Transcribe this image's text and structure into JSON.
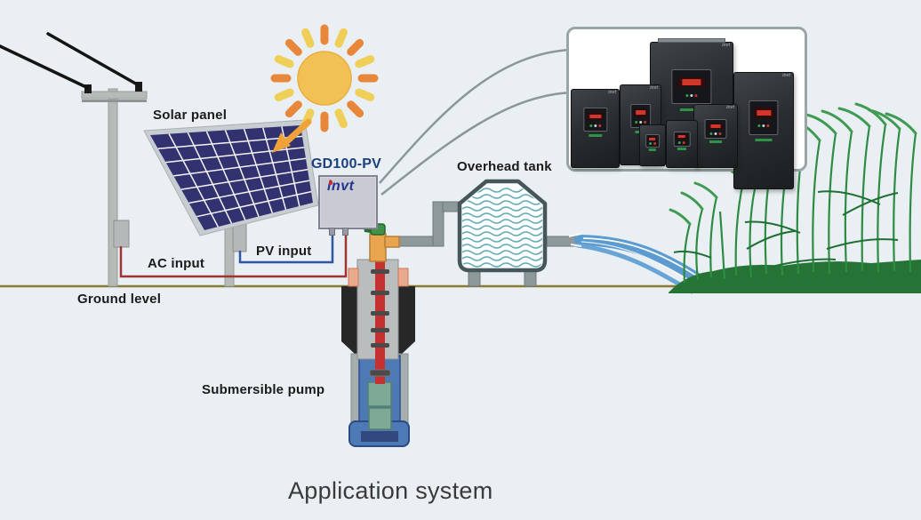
{
  "diagram_title": "Application system",
  "labels": {
    "solar_panel": "Solar panel",
    "inverter_model": "GD100-PV",
    "overhead_tank": "Overhead tank",
    "ac_input": "AC input",
    "pv_input": "PV input",
    "ground_level": "Ground level",
    "submersible_pump": "Submersible pump",
    "caption": "Application system"
  },
  "logos": {
    "invt": "invt"
  },
  "icons": {
    "sun": "sun-icon",
    "sun_arrow": "arrow-down-left-icon",
    "power_lines": "power-lines-icon",
    "water_stream": "water-stream-icon",
    "reeds": "reed-plants-icon"
  },
  "colors": {
    "background": "#e9eff2",
    "ac_wire_red": "#9f3434",
    "pv_wire_blue": "#2f55a5",
    "label_blue": "#1c3f7d",
    "sun_core": "#f2c155",
    "ray_orange": "#e8873a",
    "ray_yellow": "#f0cf58",
    "panel_navy": "#333271",
    "tank_water_teal": "#5fa8b2",
    "stream_blue": "#5b9bd0",
    "reed_green": "#2e8040",
    "ground_olive": "#8a7c33",
    "pipe_gray": "#8f9999",
    "drop_pipe_red": "#c53030",
    "wellhead_orange": "#e9a54d",
    "inverter_case": "#c9cad4",
    "vfd_body_dark": "#26292c"
  }
}
